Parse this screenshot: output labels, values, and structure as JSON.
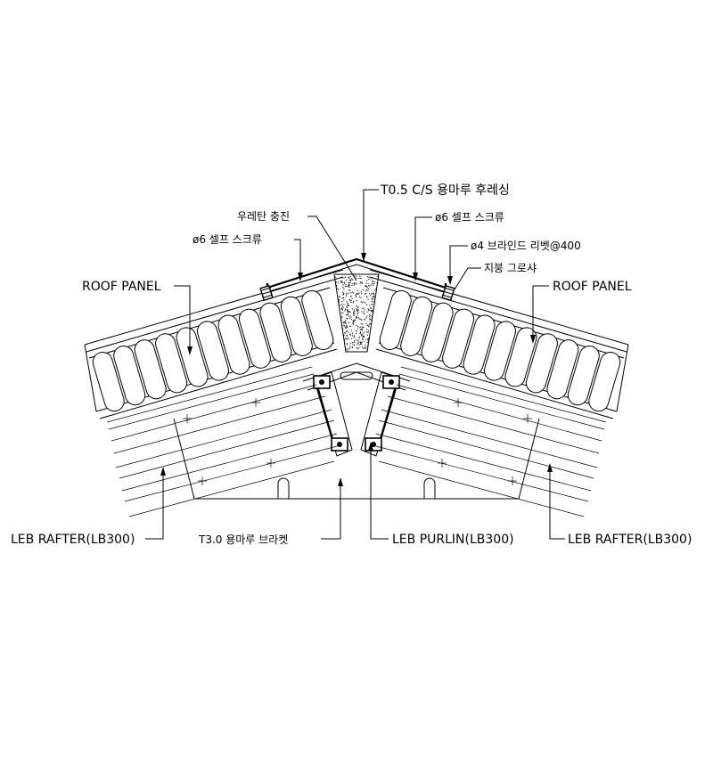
{
  "labels": {
    "finishing": "T0.5 C/S 용마루 후레싱",
    "urethane": "우레탄 충진",
    "screw_left": "ø6 셀프 스크류",
    "screw_right": "ø6 셀프 스크류",
    "rivet": "ø4 브라인드 리벳@400",
    "roof_washer": "지붕 그로샤",
    "roof_panel_left": "ROOF PANEL",
    "roof_panel_right": "ROOF PANEL",
    "rafter_left": "LEB RAFTER(LB300)",
    "bracket": "T3.0 용마루 브라켓",
    "purlin": "LEB PURLIN(LB300)",
    "rafter_right": "LEB RAFTER(LB300)"
  }
}
